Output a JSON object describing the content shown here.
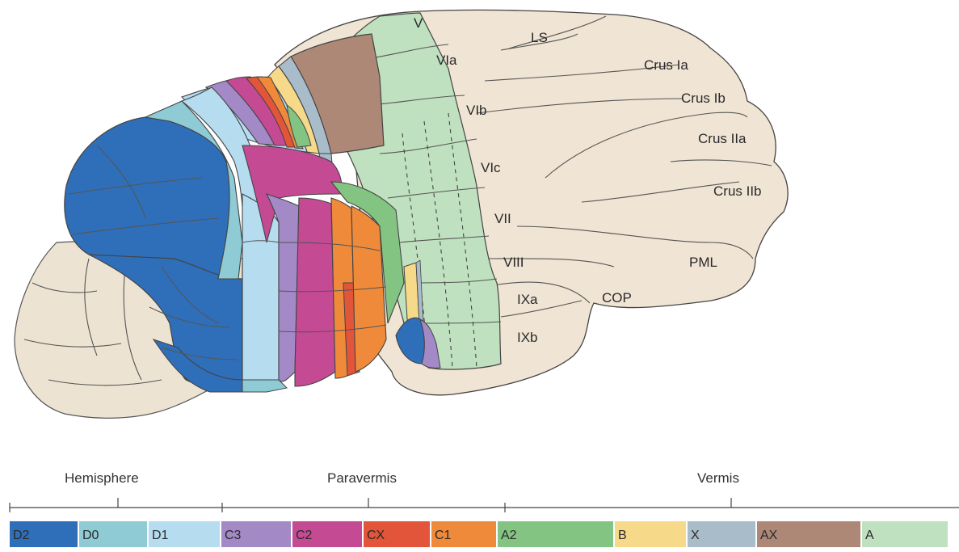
{
  "diagram": {
    "lobule_labels": {
      "V": "V",
      "LS": "LS",
      "VIa": "VIa",
      "VIb": "VIb",
      "VIc": "VIc",
      "VII": "VII",
      "VIII": "VIII",
      "IXa": "IXa",
      "IXb": "IXb",
      "COP": "COP",
      "PML": "PML",
      "CrusIa": "Crus Ia",
      "CrusIb": "Crus Ib",
      "CrusIIa": "Crus IIa",
      "CrusIIb": "Crus IIb"
    },
    "regions": {
      "hemisphere": "Hemisphere",
      "paravermis": "Paravermis",
      "vermis": "Vermis"
    },
    "zones": [
      {
        "label": "D2",
        "color": "#2f6fba"
      },
      {
        "label": "D0",
        "color": "#8fcbd4"
      },
      {
        "label": "D1",
        "color": "#b6dcef"
      },
      {
        "label": "C3",
        "color": "#a389c6"
      },
      {
        "label": "C2",
        "color": "#c44a94"
      },
      {
        "label": "CX",
        "color": "#e2553a"
      },
      {
        "label": "C1",
        "color": "#ef8a3a"
      },
      {
        "label": "A2",
        "color": "#84c482"
      },
      {
        "label": "B",
        "color": "#f7d98a"
      },
      {
        "label": "X",
        "color": "#a9bcc9"
      },
      {
        "label": "AX",
        "color": "#ad8877"
      },
      {
        "label": "A",
        "color": "#bfe1bf"
      }
    ],
    "background_colors": {
      "cerebellum_base": "#f0e4d4",
      "brainstem": "#ede3d2",
      "outline": "#444444"
    }
  }
}
